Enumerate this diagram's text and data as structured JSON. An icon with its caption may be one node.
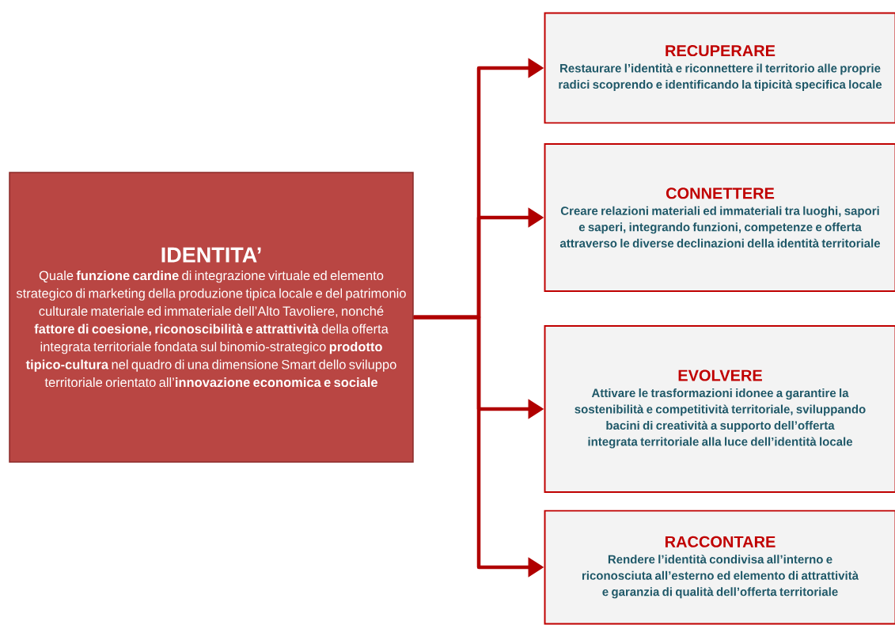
{
  "diagram": {
    "nodes": [
      {
        "text": [
          "IDENTITA’",
          "Quale **funzione cardine** di integrazione virtuale ed elemento strategico di marketing della produzione tipica locale e del patrimonio culturale materiale ed immateriale dell’Alto Tavoliere, nonché **fattore di coesione, riconoscibilità e attrattività** della offerta integrata territoriale fondata sul binomio-strategico **prodotto tipico-cultura** nel quadro di una dimensione Smart dello sviluppo territoriale orientato all’**innovazione economica e sociale**"
        ]
      },
      {
        "text": [
          "RECUPERARE",
          "Restaurare l’identità e riconnettere il territorio alle proprie radici scoprendo e identificando la tipicità specifica locale"
        ]
      },
      {
        "text": [
          "CONNETTERE",
          "Creare relazioni materiali ed immateriali tra luoghi, sapori e saperi, integrando funzioni, competenze e offerta attraverso le diverse declinazioni della identità territoriale"
        ]
      },
      {
        "text": [
          "EVOLVERE",
          "Attivare le trasformazioni idonee a garantire la sostenibilità e competitività territoriale, sviluppando bacini di creatività a supporto dell’offerta integrata territoriale alla luce dell’identità locale"
        ]
      },
      {
        "text": [
          "RACCONTARE",
          "Rendere l’identità condivisa all’interno e riconosciuta all’esterno ed elemento di attrattività e garanzia di qualità dell’offerta territoriale"
        ]
      }
    ],
    "edges": [
      {
        "from": 0,
        "to": 1,
        "arrow": "to"
      },
      {
        "from": 0,
        "to": 2,
        "arrow": "to"
      },
      {
        "from": 0,
        "to": 3,
        "arrow": "to"
      },
      {
        "from": 0,
        "to": 4,
        "arrow": "to"
      }
    ]
  }
}
